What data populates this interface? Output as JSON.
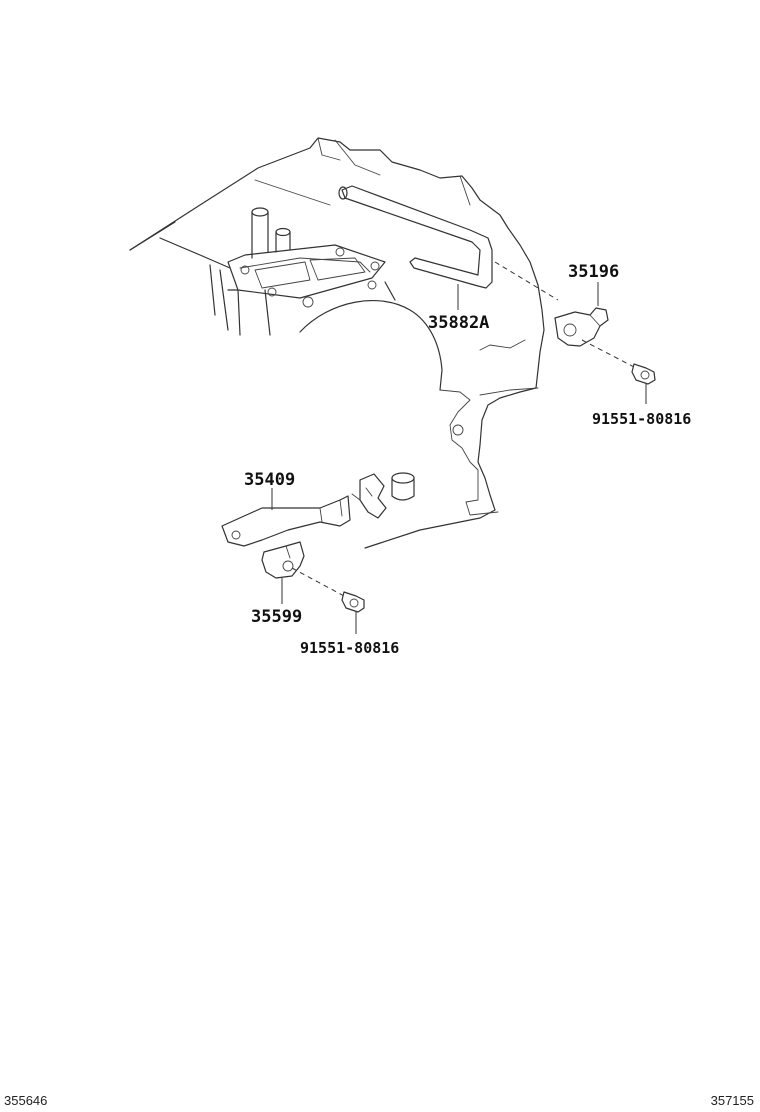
{
  "parts": {
    "p35196": "35196",
    "p35882a": "35882A",
    "p91551_a": "91551-80816",
    "p35409": "35409",
    "p35599": "35599",
    "p91551_b": "91551-80816"
  },
  "footer": {
    "left_code": "355646",
    "right_code": "357155"
  }
}
